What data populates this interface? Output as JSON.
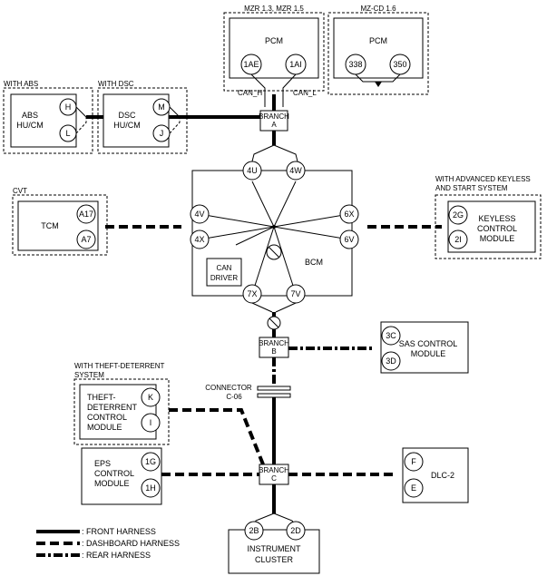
{
  "pcm_mzr": {
    "group": "MZR 1.3, MZR 1.5",
    "name": "PCM",
    "pins": [
      "1AE",
      "1AI"
    ],
    "can_h": "CAN_H",
    "can_l": "CAN_L"
  },
  "pcm_mzcd": {
    "group": "MZ-CD 1.6",
    "name": "PCM",
    "pins": [
      "338",
      "350"
    ]
  },
  "abs": {
    "group": "WITH ABS",
    "name1": "ABS",
    "name2": "HU/CM",
    "pins": [
      "H",
      "L"
    ]
  },
  "dsc": {
    "group": "WITH DSC",
    "name1": "DSC",
    "name2": "HU/CM",
    "pins": [
      "M",
      "J"
    ]
  },
  "branch_a": {
    "l1": "BRANCH",
    "l2": "A"
  },
  "branch_b": {
    "l1": "BRANCH",
    "l2": "B"
  },
  "branch_c": {
    "l1": "BRANCH",
    "l2": "C"
  },
  "bcm": {
    "name": "BCM",
    "top_pins": [
      "4U",
      "4W"
    ],
    "left_pins": [
      "4V",
      "4X"
    ],
    "right_pins": [
      "6X",
      "6V"
    ],
    "bottom_pins": [
      "7X",
      "7V"
    ],
    "can_driver1": "CAN",
    "can_driver2": "DRIVER"
  },
  "tcm": {
    "group": "CVT",
    "name": "TCM",
    "pins": [
      "A17",
      "A7"
    ]
  },
  "keyless": {
    "group1": "WITH ADVANCED KEYLESS",
    "group2": "AND START SYSTEM",
    "name1": "KEYLESS",
    "name2": "CONTROL",
    "name3": "MODULE",
    "pins": [
      "2G",
      "2I"
    ]
  },
  "sas": {
    "name1": "SAS CONTROL",
    "name2": "MODULE",
    "pins": [
      "3C",
      "3D"
    ]
  },
  "connector": {
    "l1": "CONNECTOR",
    "l2": "C-06"
  },
  "theft": {
    "group1": "WITH THEFT-DETERRENT",
    "group2": "SYSTEM",
    "name1": "THEFT-",
    "name2": "DETERRENT",
    "name3": "CONTROL",
    "name4": "MODULE",
    "pins": [
      "K",
      "I"
    ]
  },
  "eps": {
    "name1": "EPS",
    "name2": "CONTROL",
    "name3": "MODULE",
    "pins": [
      "1G",
      "1H"
    ]
  },
  "dlc": {
    "name": "DLC-2",
    "pins": [
      "F",
      "E"
    ]
  },
  "cluster": {
    "name1": "INSTRUMENT",
    "name2": "CLUSTER",
    "pins": [
      "2B",
      "2D"
    ]
  },
  "legend": {
    "front": ": FRONT HARNESS",
    "dashboard": ": DASHBOARD HARNESS",
    "rear": ": REAR HARNESS"
  }
}
